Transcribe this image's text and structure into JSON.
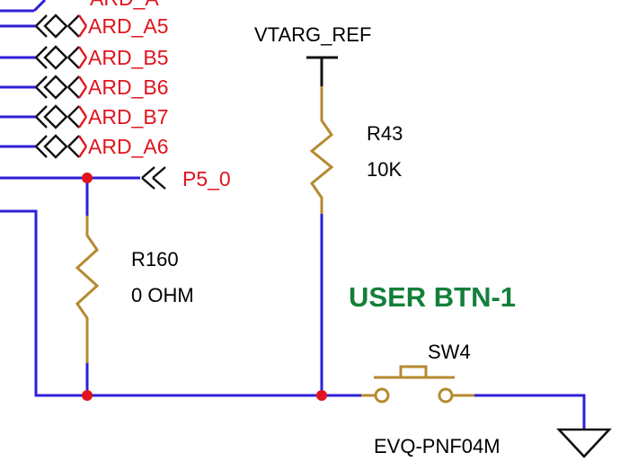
{
  "net_labels": [
    "ARD_A5",
    "ARD_B5",
    "ARD_B6",
    "ARD_B7",
    "ARD_A6"
  ],
  "p5_label": "P5_0",
  "vtarg": "VTARG_REF",
  "r43": {
    "ref": "R43",
    "value": "10K"
  },
  "r160": {
    "ref": "R160",
    "value": "0 OHM"
  },
  "title": "USER BTN-1",
  "sw": {
    "ref": "SW4",
    "part": "EVQ-PNF04M"
  },
  "colors": {
    "wire": "#2e1fd6",
    "resistor": "#b58a30",
    "junction": "#e0141e",
    "net_label": "#e0141e",
    "title": "#13803a"
  }
}
